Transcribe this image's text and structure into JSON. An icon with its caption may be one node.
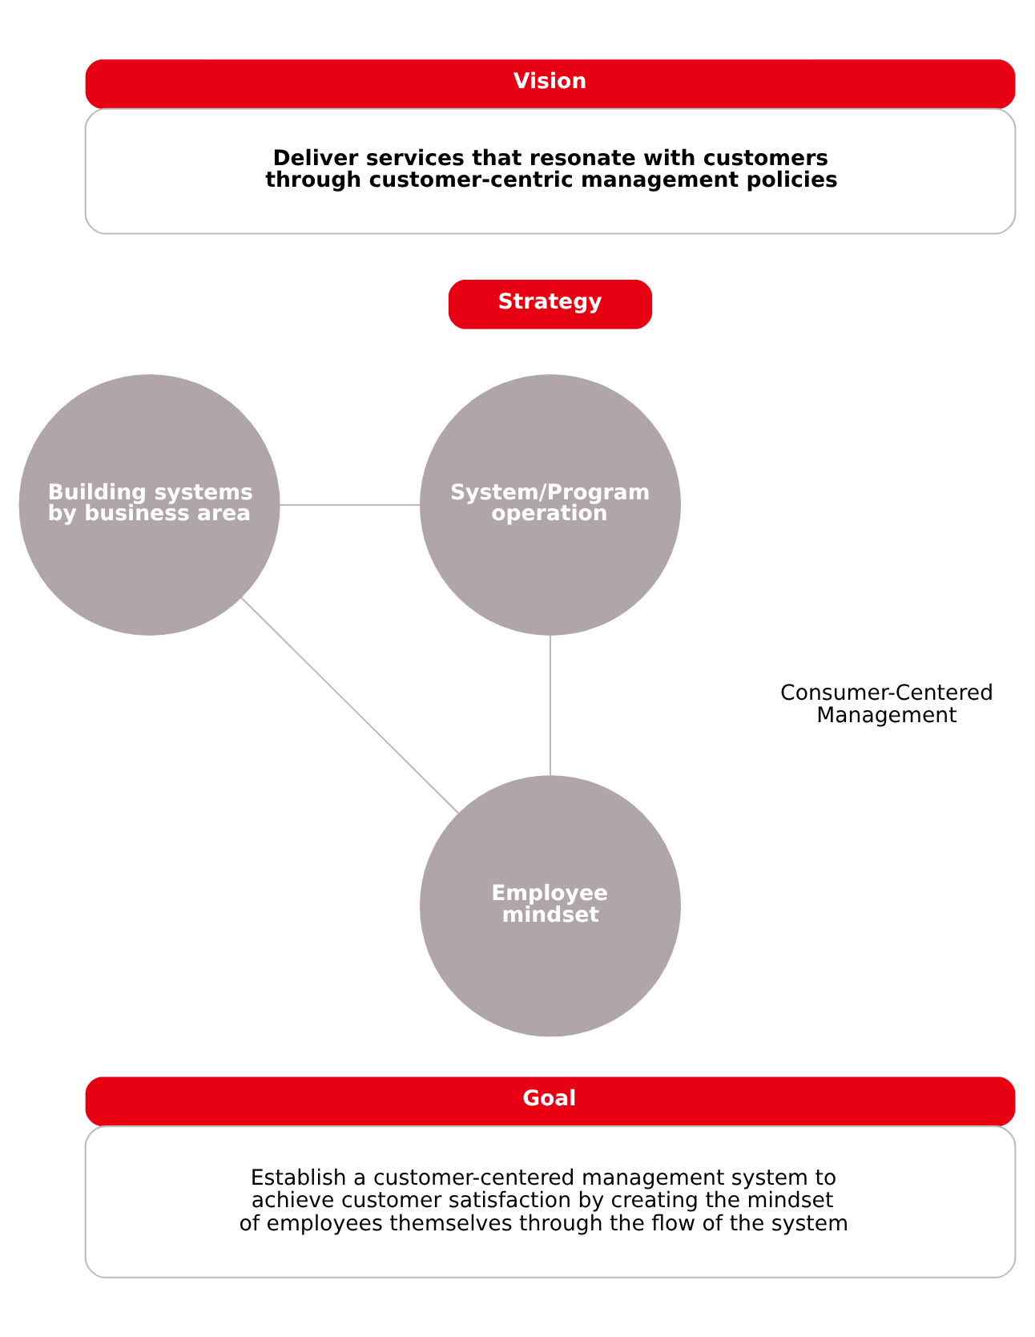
{
  "diagram": {
    "nodes": [
      {
        "text": [
          "Vision",
          "Deliver services that resonate with customers through customer-centric management policies"
        ]
      },
      {
        "text": [
          "Strategy"
        ]
      },
      {
        "text": [
          "Building systems by business area"
        ]
      },
      {
        "text": [
          "System/Program operation"
        ]
      },
      {
        "text": [
          "Employee mindset"
        ]
      },
      {
        "text": [
          "Goal",
          "Establish a customer-centered management system to achieve customer satisfaction by creating the mindset of employees themselves through the flow of the system"
        ]
      }
    ],
    "edges": [
      {
        "from": 2,
        "to": 3,
        "arrow": "none"
      },
      {
        "from": 2,
        "to": 4,
        "arrow": "none"
      },
      {
        "from": 3,
        "to": 4,
        "arrow": "none"
      }
    ],
    "labels": [
      "Consumer-Centered Management"
    ]
  }
}
